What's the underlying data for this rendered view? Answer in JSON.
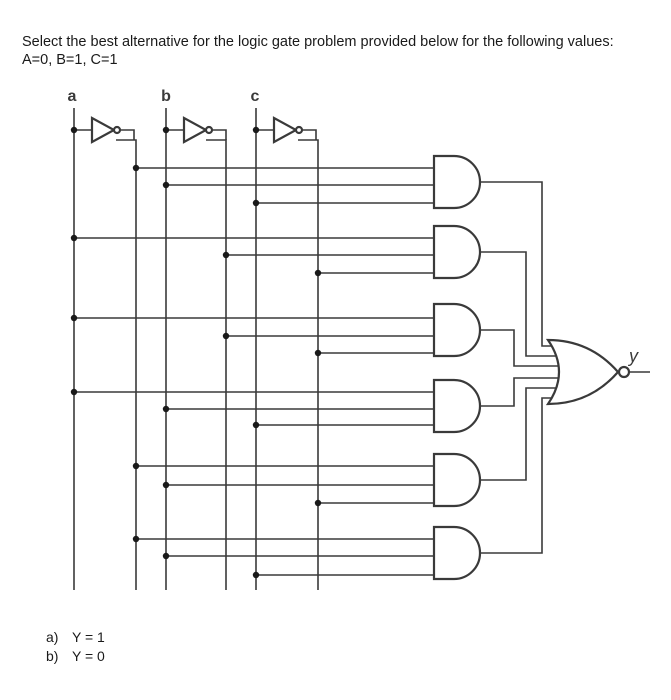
{
  "question": {
    "line1": "Select the best alternative for the logic gate problem provided below for the following values:",
    "line2": "A=0, B=1, C=1"
  },
  "diagram": {
    "input_labels": [
      "a",
      "b",
      "c"
    ],
    "output_label": "y",
    "inverters": 3,
    "and_gates": 6,
    "or_gates": 1
  },
  "options": [
    {
      "label": "a)",
      "text": "Y = 1"
    },
    {
      "label": "b)",
      "text": "Y = 0"
    }
  ]
}
